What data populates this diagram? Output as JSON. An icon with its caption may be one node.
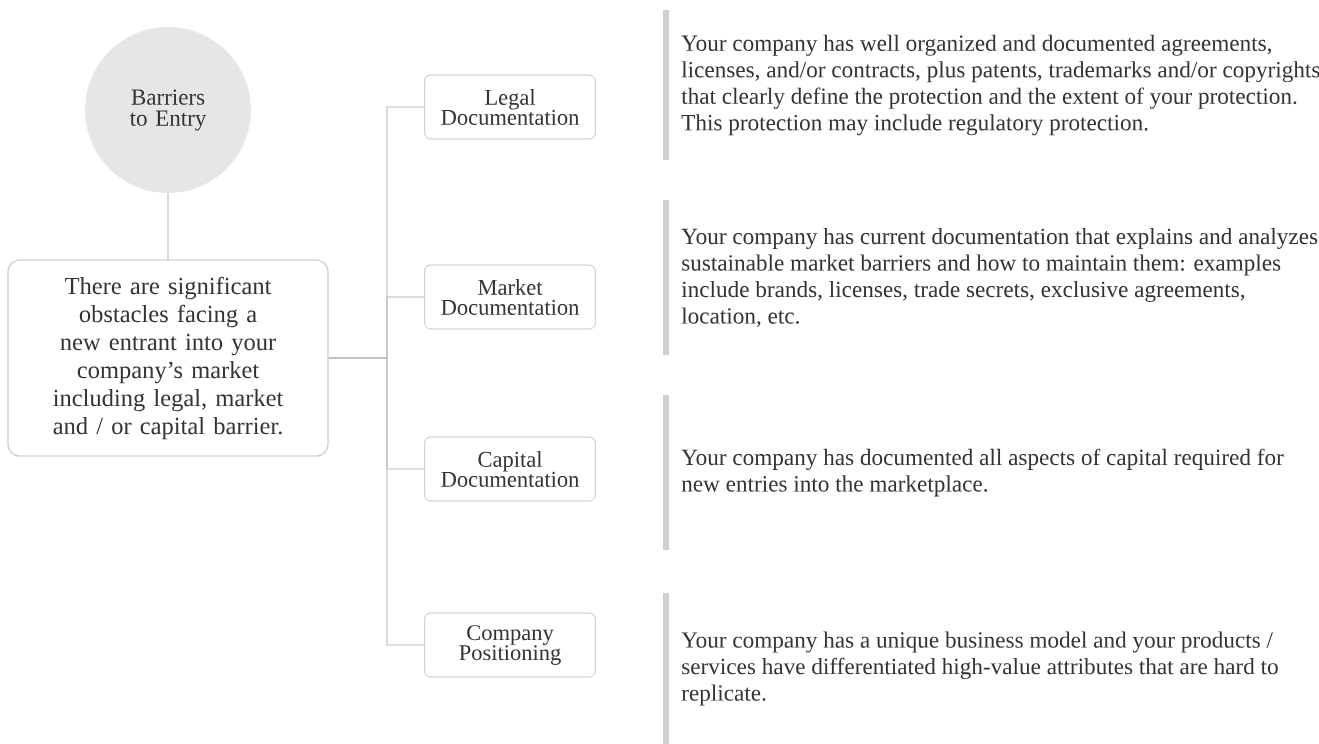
{
  "diagram": {
    "nodes": [
      {
        "text": [
          "Barriers to Entry"
        ]
      },
      {
        "text": [
          "There are significant obstacles facing a new entrant into your company’s market including legal, market and / or capital barrier."
        ]
      },
      {
        "text": [
          "Legal Documentation"
        ]
      },
      {
        "text": [
          "Market Documentation"
        ]
      },
      {
        "text": [
          "Capital Documentation"
        ]
      },
      {
        "text": [
          "Company Positioning"
        ]
      }
    ],
    "edges": [
      {
        "from": 0,
        "to": 1,
        "arrow": "none"
      },
      {
        "from": 1,
        "to": 2,
        "arrow": "none"
      },
      {
        "from": 1,
        "to": 3,
        "arrow": "none"
      },
      {
        "from": 1,
        "to": 4,
        "arrow": "none"
      },
      {
        "from": 1,
        "to": 5,
        "arrow": "none"
      }
    ],
    "labels": [
      "Your company has well organized and documented agreements, licenses, and/or contracts, plus patents, trademarks and/or copyrights that clearly define the protection and the extent of your protection. This protection may include regulatory protection.",
      "Your company has current documentation that explains and analyzes sustainable market barriers and how to maintain them: examples include brands, licenses, trade secrets, exclusive agreements, location, etc.",
      "Your company has documented all aspects of capital required for new entries into the marketplace.",
      "Your company has a unique business model and your products / services have differentiated high-value attributes that are hard to replicate."
    ]
  }
}
